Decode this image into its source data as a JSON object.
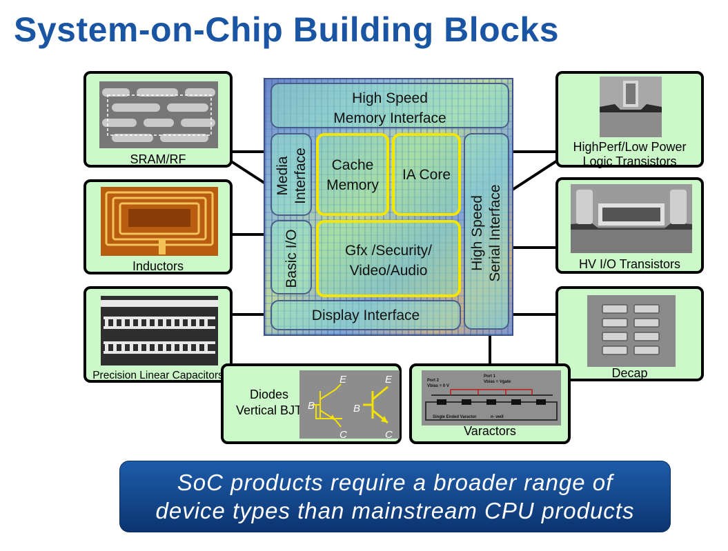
{
  "title": "System-on-Chip Building Blocks",
  "die_blocks": {
    "memory_interface": "High Speed\nMemory Interface",
    "cache": "Cache\nMemory",
    "ia_core": "IA Core",
    "media": "Media\nInterface",
    "basic_io": "Basic I/O",
    "gfx": "Gfx /Security/\nVideo/Audio",
    "serial": "High Speed\nSerial Interface",
    "display": "Display Interface"
  },
  "devices": {
    "sram": "SRAM/RF",
    "inductors": "Inductors",
    "capacitors": "Precision Linear Capacitors",
    "diodes": "Diodes\nVertical BJT",
    "varactors": "Varactors",
    "decap": "Decap",
    "hv_io": "HV I/O Transistors",
    "logic": "HighPerf/Low Power\nLogic Transistors"
  },
  "bjt_labels": {
    "e": "E",
    "b": "B",
    "c": "C"
  },
  "varactor_labels": {
    "port2": "Port 2",
    "vbias2": "Vbias = 0 V",
    "port1": "Port 1",
    "vbias1": "Vbias = Vgate",
    "single": "Single Ended Varactor",
    "nwell": "n- well"
  },
  "banner": "SoC products require a broader range of\ndevice types than mainstream CPU products",
  "colors": {
    "title": "#1a55a4",
    "box_fill": "#ccf7c9",
    "banner": "#164b90",
    "block_highlight": "#f5e600"
  }
}
